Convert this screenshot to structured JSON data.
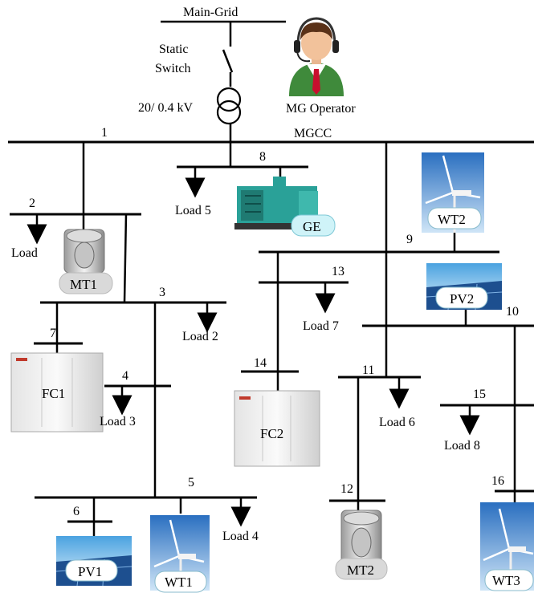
{
  "grid": {
    "main_grid": "Main-Grid",
    "static_switch_l1": "Static",
    "static_switch_l2": "Switch",
    "transformer": "20/ 0.4 kV"
  },
  "operator": {
    "label": "MG Operator",
    "controller": "MGCC"
  },
  "buses": [
    "1",
    "2",
    "3",
    "4",
    "5",
    "6",
    "7",
    "8",
    "9",
    "10",
    "11",
    "12",
    "13",
    "14",
    "15",
    "16"
  ],
  "loads": {
    "load": "Load",
    "load2": "Load 2",
    "load3": "Load 3",
    "load4": "Load 4",
    "load5": "Load 5",
    "load6": "Load 6",
    "load7": "Load 7",
    "load8": "Load 8"
  },
  "units": {
    "ge": "GE",
    "mt1": "MT1",
    "mt2": "MT2",
    "fc1": "FC1",
    "fc2": "FC2",
    "pv1": "PV1",
    "pv2": "PV2",
    "wt1": "WT1",
    "wt2": "WT2",
    "wt3": "WT3"
  }
}
